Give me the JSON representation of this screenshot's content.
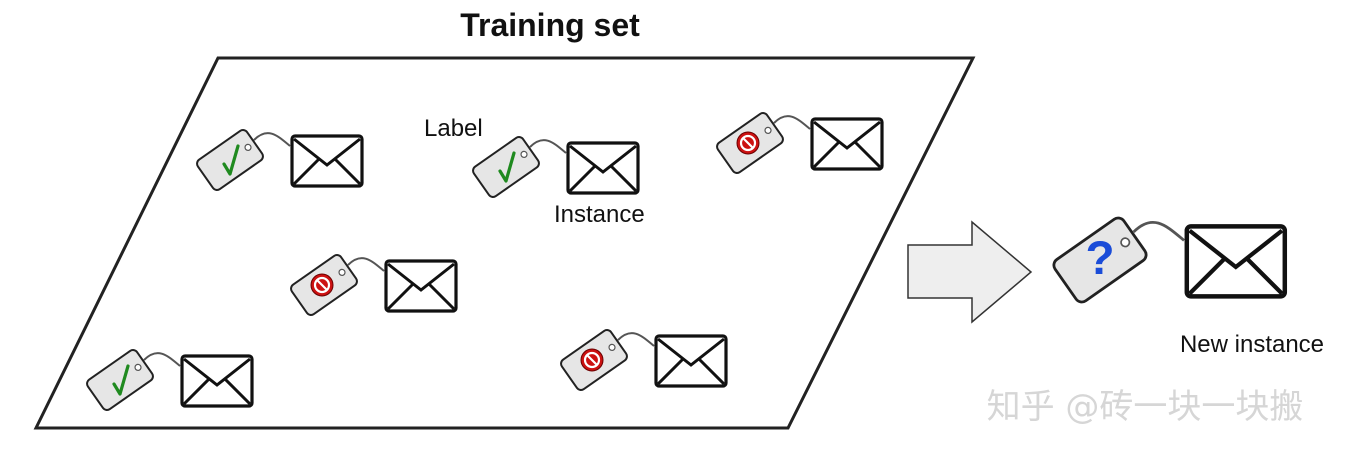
{
  "diagram": {
    "title": "Training set",
    "annotations": {
      "label": "Label",
      "instance": "Instance",
      "new_instance": "New instance"
    },
    "watermark": "知乎 @砖一块一块搬",
    "training_examples": [
      {
        "label": "ham",
        "icon": "checkmark-icon"
      },
      {
        "label": "ham",
        "icon": "checkmark-icon"
      },
      {
        "label": "spam",
        "icon": "prohibited-icon"
      },
      {
        "label": "spam",
        "icon": "prohibited-icon"
      },
      {
        "label": "spam",
        "icon": "prohibited-icon"
      },
      {
        "label": "ham",
        "icon": "checkmark-icon"
      }
    ],
    "new_example": {
      "label": "unknown",
      "icon": "question-mark-icon",
      "glyph": "?"
    },
    "colors": {
      "check": "#1f8a1f",
      "spam": "#cc1111",
      "question": "#1a4cd8",
      "tag_fill": "#e6e6e6",
      "arrow_fill": "#eeeeee",
      "outline": "#222222"
    }
  }
}
